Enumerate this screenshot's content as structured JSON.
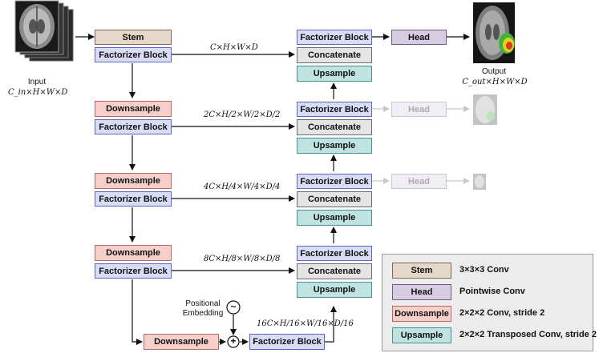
{
  "blocks": {
    "stem": "Stem",
    "factorizer": "Factorizer Block",
    "downsample": "Downsample",
    "concatenate": "Concatenate",
    "upsample": "Upsample",
    "head": "Head"
  },
  "input": {
    "label": "Input",
    "dims": "C_in×H×W×D"
  },
  "output": {
    "label": "Output",
    "dims": "C_out×H×W×D"
  },
  "dims": {
    "level0": "C×H×W×D",
    "level1": "2C×H/2×W/2×D/2",
    "level2": "4C×H/4×W/4×D/4",
    "level3": "8C×H/8×W/8×D/8",
    "bottleneck": "16C×H/16×W/16×D/16"
  },
  "positional_embedding": {
    "line1": "Positional",
    "line2": "Embedding",
    "wave": "~",
    "plus": "+"
  },
  "legend": [
    {
      "key": "Stem",
      "desc": "3×3×3 Conv",
      "color": "#e5d8c9"
    },
    {
      "key": "Head",
      "desc": "Pointwise Conv",
      "color": "#d8cce3"
    },
    {
      "key": "Downsample",
      "desc": "2×2×2 Conv, stride 2",
      "color": "#f6cfcb"
    },
    {
      "key": "Upsample",
      "desc": "2×2×2 Transposed Conv, stride 2",
      "color": "#bfe3e1"
    }
  ],
  "colors": {
    "factorizer": "#d9dcf5",
    "stem": "#e5d8c9",
    "downsample": "#f6cfcb",
    "upsample": "#bfe3e1",
    "concatenate": "#e4e4e4",
    "head": "#d8cce3"
  }
}
